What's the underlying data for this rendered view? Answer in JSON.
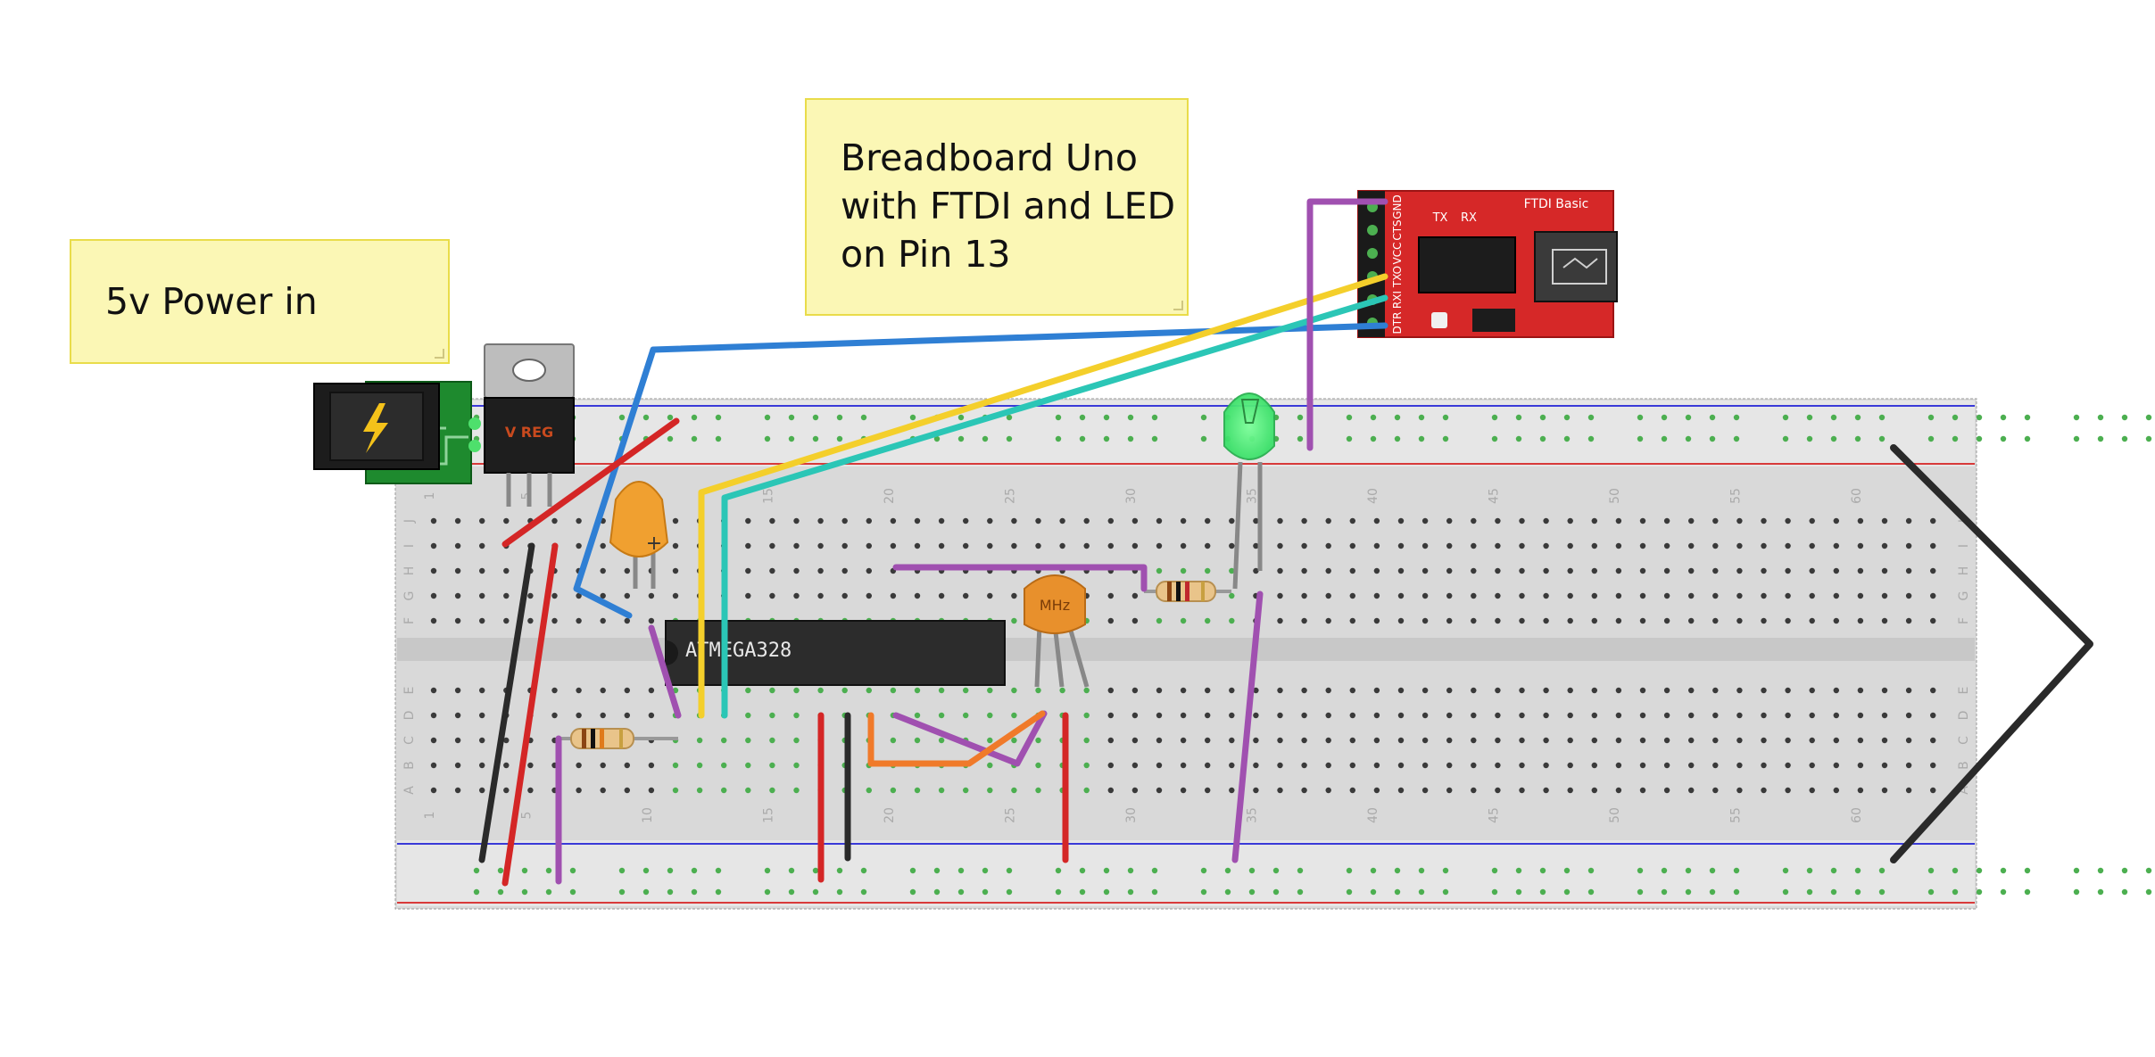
{
  "notes": {
    "power": "5v Power in",
    "title": "Breadboard Uno\nwith FTDI and LED\non Pin 13"
  },
  "chip": {
    "label": "ATMEGA328"
  },
  "crystal": {
    "label": "MHz"
  },
  "regulator": {
    "label": "V REG"
  },
  "ftdi": {
    "name": "FTDI Basic",
    "leds": [
      "TX",
      "RX"
    ],
    "pins": [
      "DTR",
      "RXI",
      "TXO",
      "VCC",
      "CTS",
      "GND"
    ]
  },
  "breadboard": {
    "columns": 63,
    "row_letters_top": [
      "J",
      "I",
      "H",
      "G",
      "F"
    ],
    "row_letters_bottom": [
      "E",
      "D",
      "C",
      "B",
      "A"
    ],
    "column_numbers": [
      "1",
      "5",
      "10",
      "15",
      "20",
      "25",
      "30",
      "35",
      "40",
      "45",
      "50",
      "55",
      "60"
    ]
  },
  "wire_colors": {
    "blue": "#2f7fd4",
    "yellow": "#f4cf2b",
    "cyan": "#2bc6b6",
    "purple": "#a050b0",
    "red": "#d42626",
    "black": "#2a2a2a",
    "orange": "#f07a2a"
  }
}
